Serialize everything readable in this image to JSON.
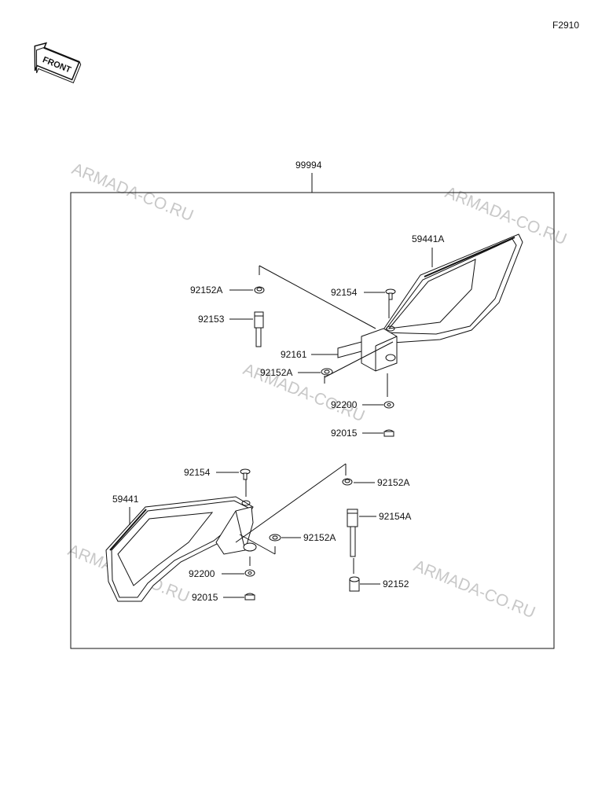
{
  "figure_code": "F2910",
  "front_arrow_text": "FRONT",
  "watermark_text": "ARMADA-CO.RU",
  "assembly_label": "99994",
  "parts": {
    "mirror_right": "59441A",
    "mirror_left": "59441",
    "nut_cap_top": "92152A",
    "stud_top": "92153",
    "screw_top": "92154",
    "plate_top": "92161",
    "washer_top": "92152A",
    "washer_b_top": "92200",
    "nut_top": "92015",
    "screw_bottom": "92154",
    "nut_cap_bottom": "92152A",
    "stud_bottom": "92154A",
    "washer_bottom": "92152A",
    "washer_b_bottom": "92200",
    "nut_bottom": "92015",
    "spacer_bottom": "92152"
  }
}
